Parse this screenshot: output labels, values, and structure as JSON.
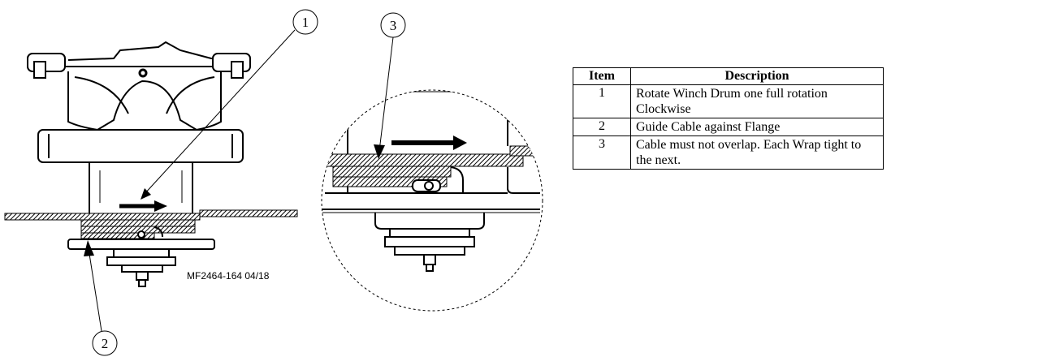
{
  "callouts": [
    "1",
    "2",
    "3"
  ],
  "figure_id": "MF2464-164 04/18",
  "table": {
    "headers": [
      "Item",
      "Description"
    ],
    "rows": [
      {
        "item": "1",
        "description": "Rotate Winch Drum one full rotation Clockwise"
      },
      {
        "item": "2",
        "description": "Guide Cable against Flange"
      },
      {
        "item": "3",
        "description": "Cable must not overlap. Each Wrap tight to the next."
      }
    ]
  }
}
